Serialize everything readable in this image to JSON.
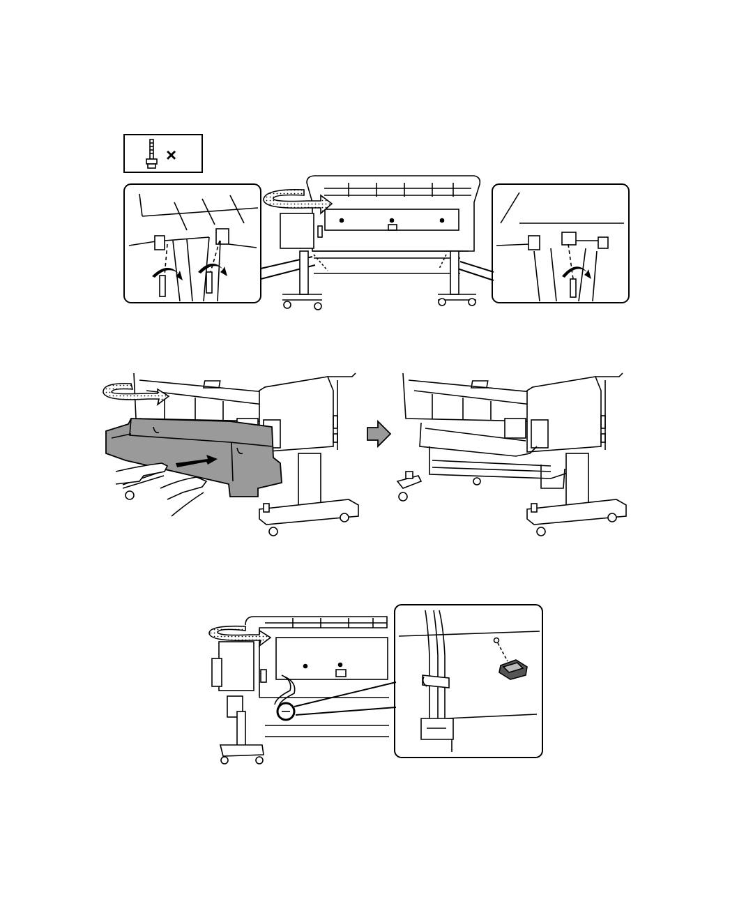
{
  "parts_legend": {
    "icon": "screw-icon",
    "multiplier": "×"
  },
  "figures": [
    {
      "name": "step-secure-bolts",
      "icons": [
        "rotate-arrow-icon",
        "screw-icon",
        "detail-callout-icon"
      ]
    },
    {
      "name": "step-attach-unit",
      "icons": [
        "rotate-arrow-icon",
        "push-arrow-icon",
        "next-arrow-icon",
        "hand-icon"
      ]
    },
    {
      "name": "step-route-cable",
      "icons": [
        "rotate-arrow-icon",
        "cable-clip-icon",
        "detail-callout-icon"
      ]
    }
  ],
  "colors": {
    "line": "#000000",
    "gray": "#9a9a9a",
    "dark_gray": "#555555",
    "paper": "#ffffff"
  }
}
